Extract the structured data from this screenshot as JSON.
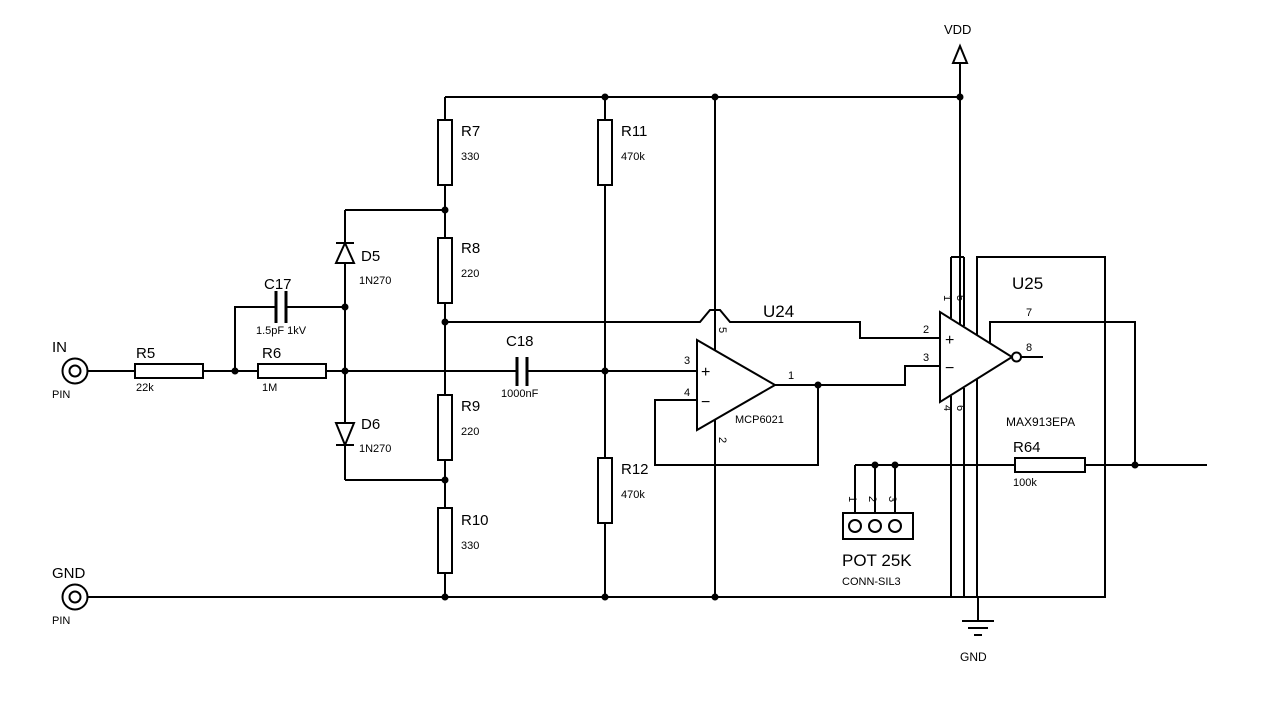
{
  "schematic": {
    "colors": {
      "background": "#ffffff",
      "ink": "#000000"
    },
    "ports": {
      "in": {
        "label": "IN",
        "sublabel": "PIN"
      },
      "gnd": {
        "label": "GND",
        "sublabel": "PIN"
      }
    },
    "power": {
      "vdd": {
        "label": "VDD"
      },
      "gnd": {
        "label": "GND"
      }
    },
    "components": {
      "r5": {
        "ref": "R5",
        "value": "22k"
      },
      "r6": {
        "ref": "R6",
        "value": "1M"
      },
      "r7": {
        "ref": "R7",
        "value": "330"
      },
      "r8": {
        "ref": "R8",
        "value": "220"
      },
      "r9": {
        "ref": "R9",
        "value": "220"
      },
      "r10": {
        "ref": "R10",
        "value": "330"
      },
      "r11": {
        "ref": "R11",
        "value": "470k"
      },
      "r12": {
        "ref": "R12",
        "value": "470k"
      },
      "r64": {
        "ref": "R64",
        "value": "100k"
      },
      "c17": {
        "ref": "C17",
        "value": "1.5pF 1kV"
      },
      "c18": {
        "ref": "C18",
        "value": "1000nF"
      },
      "d5": {
        "ref": "D5",
        "value": "1N270"
      },
      "d6": {
        "ref": "D6",
        "value": "1N270"
      },
      "u24": {
        "ref": "U24",
        "part": "MCP6021",
        "plus": "+",
        "minus": "−",
        "pin_noninv": "3",
        "pin_inv": "4",
        "pin_out": "1",
        "pin_vdd": "5",
        "pin_vss": "2"
      },
      "u25": {
        "ref": "U25",
        "part": "MAX913EPA",
        "plus": "+",
        "minus": "−",
        "pin_noninv": "2",
        "pin_inv": "3",
        "pin_q": "7",
        "pin_qbar": "8",
        "pin_v1": "1",
        "pin_v5": "5",
        "pin_g4": "4",
        "pin_g6": "6"
      },
      "pot": {
        "ref": "POT 25K",
        "part": "CONN-SIL3",
        "pin1": "1",
        "pin2": "2",
        "pin3": "3"
      }
    }
  }
}
